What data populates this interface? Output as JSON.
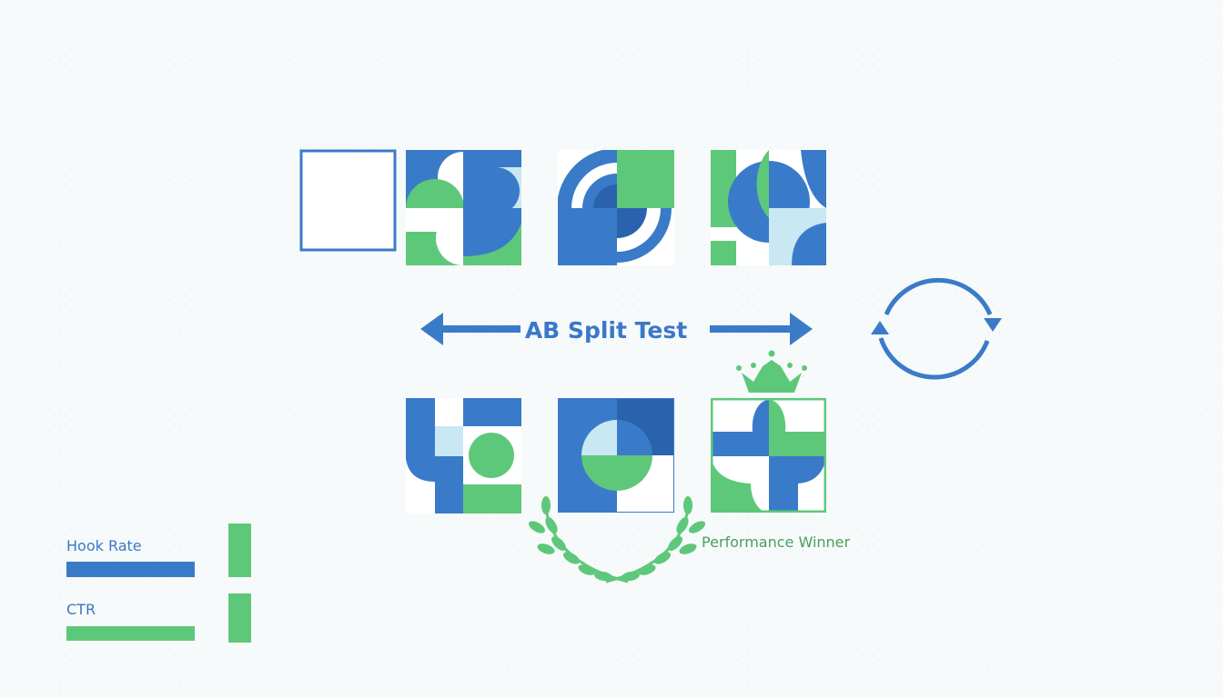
{
  "diagram": {
    "title": "AB Split Test",
    "winner_label": "Performance Winner",
    "metrics": [
      {
        "label": "Hook Rate"
      },
      {
        "label": "CTR"
      }
    ],
    "icons": [
      "left-arrow-icon",
      "right-arrow-icon",
      "refresh-cycle-icon",
      "crown-icon",
      "laurel-wreath-icon"
    ]
  },
  "colors": {
    "blue": "#3a7bc9",
    "dark_blue": "#2a62ae",
    "green": "#5ec87a",
    "light_blue": "#c9e8f3",
    "winner_text": "#4a9e5c",
    "background": "#f7fafb"
  }
}
